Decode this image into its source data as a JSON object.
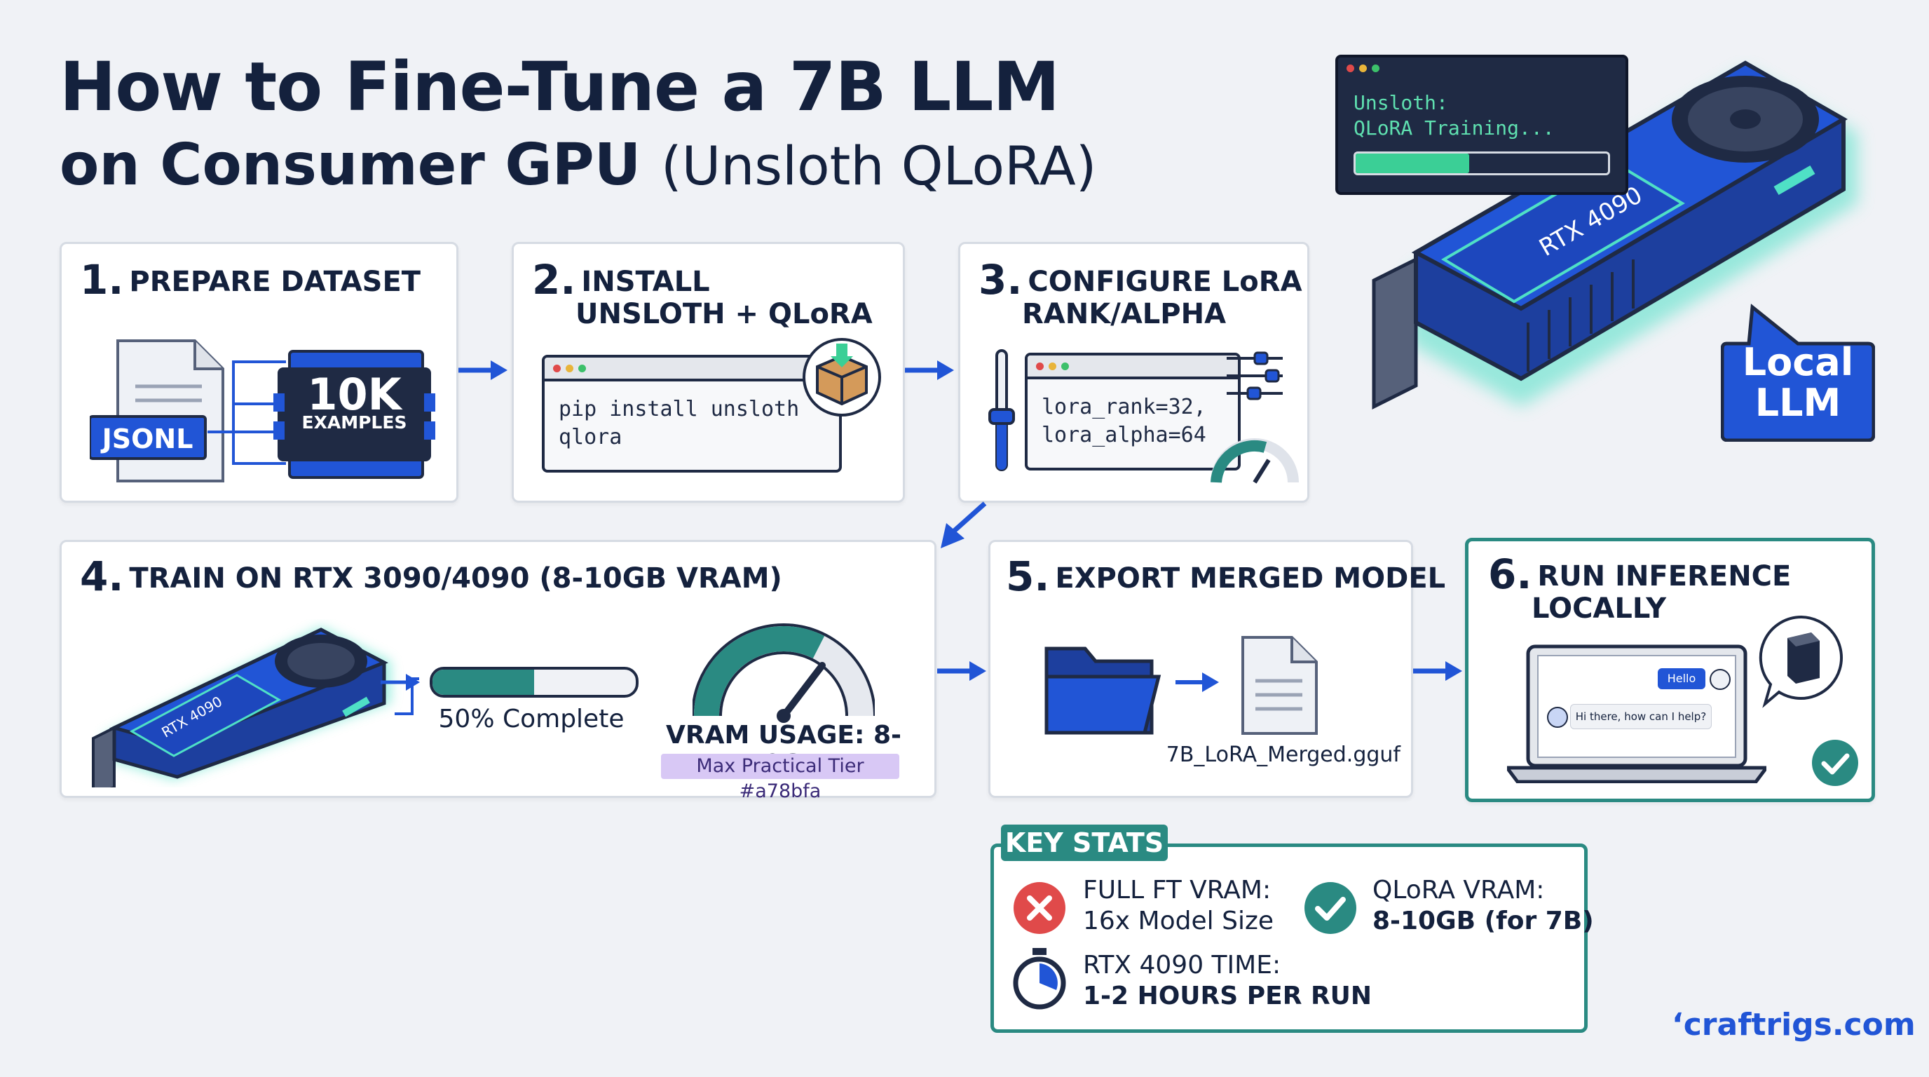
{
  "title": {
    "line1": "How to Fine-Tune a 7B LLM",
    "line2": "on Consumer GPU",
    "line2_sub": "(Unsloth QLoRA)"
  },
  "header_terminal": {
    "line1": "Unsloth:",
    "line2": "QLoRA Training...",
    "progress": 0.45
  },
  "gpu_label": "RTX 4090",
  "local_llm": {
    "line1": "Local",
    "line2": "LLM"
  },
  "steps": [
    {
      "num": "1.",
      "title1": "PREPARE DATASET",
      "title2": "",
      "file_label": "JSONL",
      "count": "10K",
      "count_sub": "EXAMPLES"
    },
    {
      "num": "2.",
      "title1": "INSTALL",
      "title2": "UNSLOTH + QLoRA",
      "code1": "pip install unsloth",
      "code2": "qlora"
    },
    {
      "num": "3.",
      "title1": "CONFIGURE LoRA",
      "title2": "RANK/ALPHA",
      "code1": "lora_rank=32,",
      "code2": "lora_alpha=64"
    },
    {
      "num": "4.",
      "title1": "TRAIN ON RTX 3090/4090 (8-10GB VRAM)",
      "gpu_label": "RTX 4090",
      "progress": 0.5,
      "progress_text": "50% Complete",
      "vram_text": "VRAM USAGE: 8-10GB",
      "tier_text": "Max Practical Tier #a78bfa"
    },
    {
      "num": "5.",
      "title1": "EXPORT MERGED MODEL",
      "filename": "7B_LoRA_Merged.gguf"
    },
    {
      "num": "6.",
      "title1": "RUN INFERENCE",
      "title2": "LOCALLY",
      "chat_user": "Hello",
      "chat_bot": "Hi there, how can I help?"
    }
  ],
  "key_stats": {
    "label": "KEY STATS",
    "full_ft_1": "FULL FT VRAM:",
    "full_ft_2": "16x Model Size",
    "qlora_1": "QLoRA VRAM:",
    "qlora_2": "8-10GB (for 7B)",
    "time_1": "RTX 4090 TIME:",
    "time_2": "1-2 HOURS PER RUN"
  },
  "brand": "‘craftrigs.com",
  "colors": {
    "accent_blue": "#2155d6",
    "teal": "#2a8a82",
    "navy": "#14213d",
    "red": "#e04a4a",
    "purple_tag": "#d8c8f5"
  }
}
